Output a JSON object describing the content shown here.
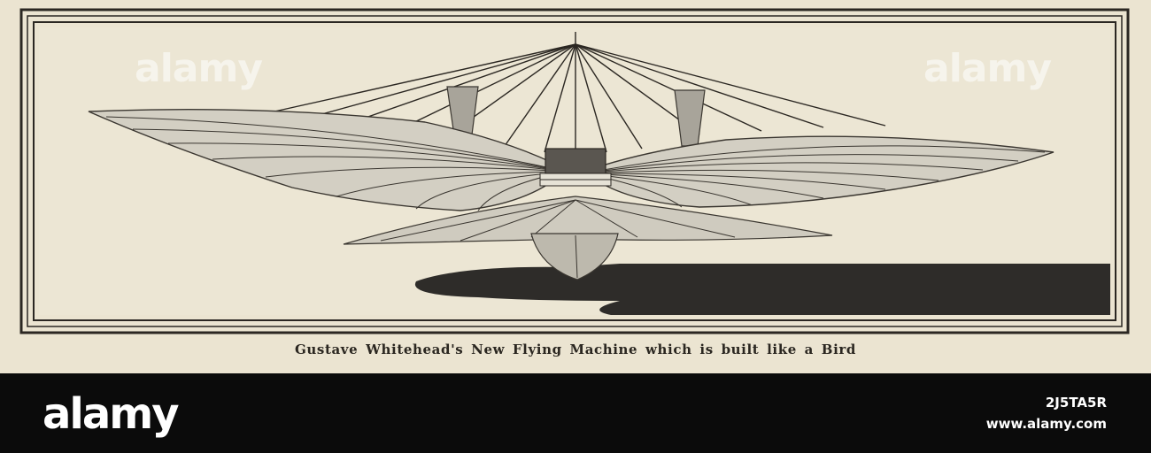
{
  "illustration": {
    "caption": "Gustave Whitehead's New Flying Machine which is built like a Bird",
    "watermark_left": "alamy",
    "watermark_right": "alamy"
  },
  "footer": {
    "brand": "alamy",
    "image_id": "2J5TA5R",
    "site": "www.alamy.com"
  }
}
